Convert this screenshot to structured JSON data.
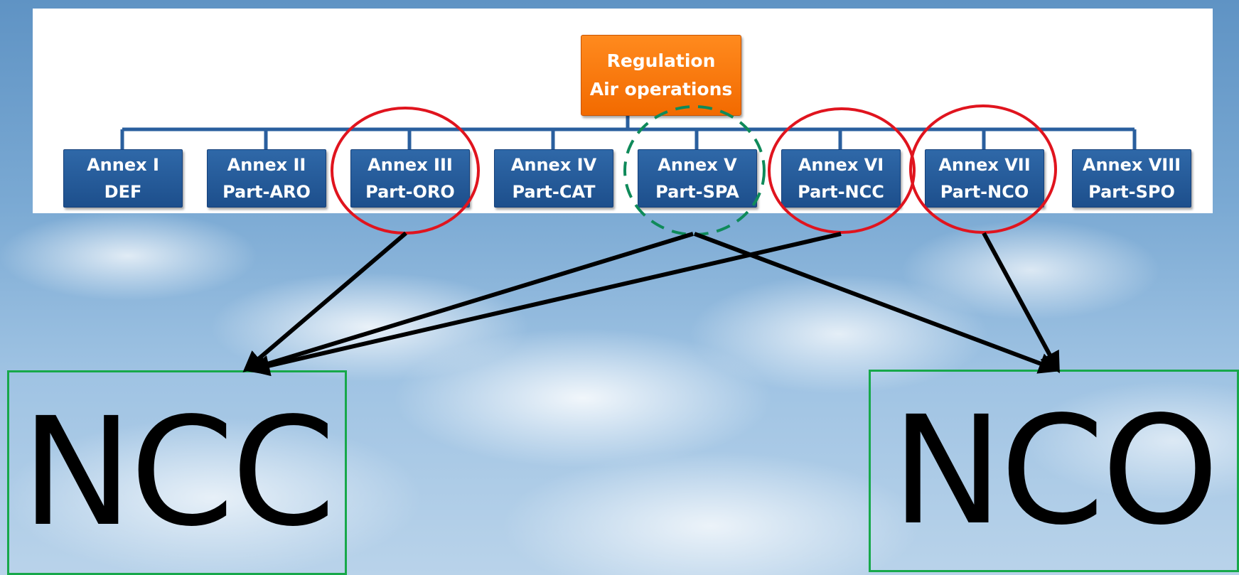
{
  "root": {
    "line1": "Regulation",
    "line2": "Air operations"
  },
  "annexes": [
    {
      "line1": "Annex I",
      "line2": "DEF"
    },
    {
      "line1": "Annex II",
      "line2": "Part-ARO"
    },
    {
      "line1": "Annex III",
      "line2": "Part-ORO"
    },
    {
      "line1": "Annex IV",
      "line2": "Part-CAT"
    },
    {
      "line1": "Annex V",
      "line2": "Part-SPA"
    },
    {
      "line1": "Annex VI",
      "line2": "Part-NCC"
    },
    {
      "line1": "Annex VII",
      "line2": "Part-NCO"
    },
    {
      "line1": "Annex VIII",
      "line2": "Part-SPO"
    }
  ],
  "targets": {
    "left": "NCC",
    "right": "NCO"
  },
  "colors": {
    "root_fill": "#f26a00",
    "annex_fill": "#1d4f8c",
    "connector": "#2a5f9e",
    "highlight_circle": "#e0141e",
    "optional_circle": "#0f8a5a",
    "arrow": "#000000",
    "target_border": "#17a84a"
  }
}
